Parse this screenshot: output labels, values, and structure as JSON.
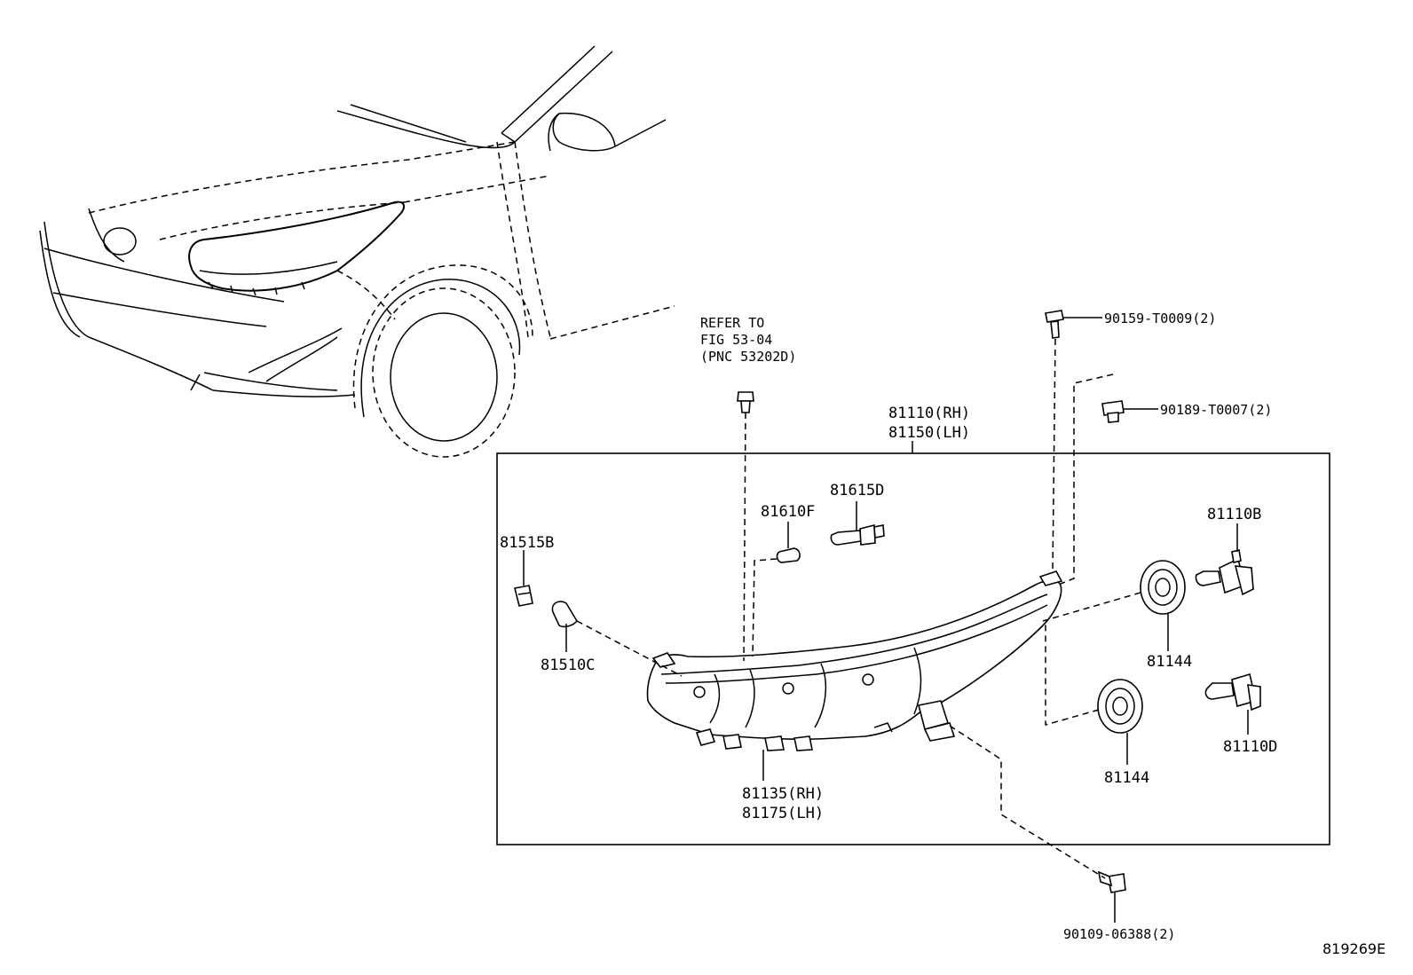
{
  "diagram_id": "819269E",
  "refer_note": [
    "REFER TO",
    "FIG 53-04",
    "(PNC 53202D)"
  ],
  "parts": {
    "headlamp_assy": [
      "81110(RH)",
      "81150(LH)"
    ],
    "housing": [
      "81135(RH)",
      "81175(LH)"
    ],
    "socket_81515B": "81515B",
    "bulb_81510C": "81510C",
    "bulb_81610F": "81610F",
    "bulb_81615D": "81615D",
    "bulb_81110B": "81110B",
    "bulb_81110D": "81110D",
    "cover_upper": "81144",
    "cover_lower": "81144",
    "screw_90159": "90159-T0009(2)",
    "nut_90189": "90189-T0007(2)",
    "bolt_90109": "90109-06388(2)"
  }
}
